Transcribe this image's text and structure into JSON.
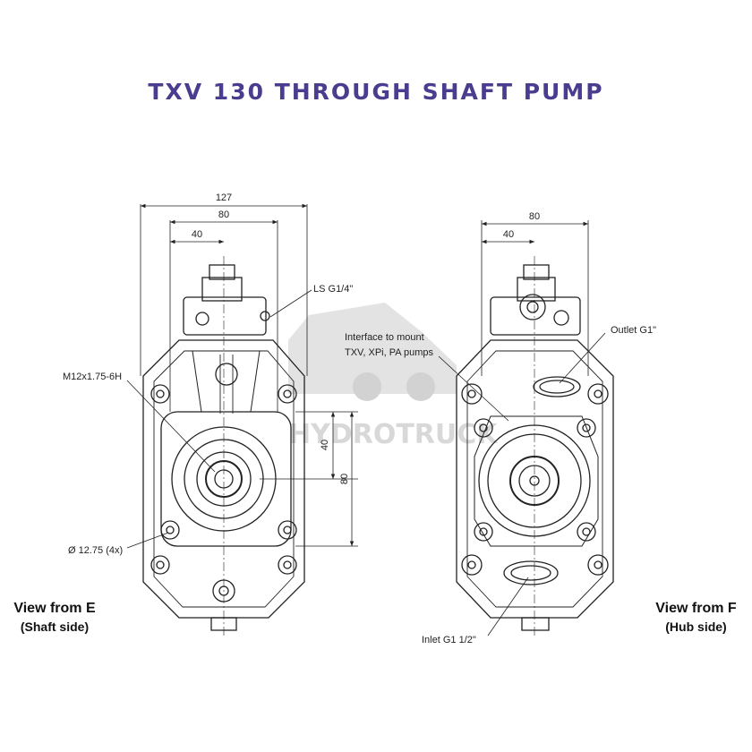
{
  "title": "TXV 130 THROUGH SHAFT PUMP",
  "colors": {
    "title": "#4a3d8f",
    "line": "#222222",
    "watermark": "#d9d9d9"
  },
  "watermark": {
    "text": "HYDROTRUCK"
  },
  "left_view": {
    "caption_line1": "View from E",
    "caption_line2": "(Shaft side)",
    "dims": {
      "overall": "127",
      "mid": "80",
      "half": "40",
      "v_half": "40",
      "v_full": "80"
    },
    "labels": {
      "ls_port": "LS G1/4\"",
      "thread": "M12x1.75-6H",
      "holes": "Ø 12.75 (4x)"
    }
  },
  "right_view": {
    "caption_line1": "View from F",
    "caption_line2": "(Hub side)",
    "dims": {
      "mid": "80",
      "half": "40"
    },
    "labels": {
      "interface_line1": "Interface to mount",
      "interface_line2": "TXV, XPi, PA pumps",
      "outlet": "Outlet G1\"",
      "inlet": "Inlet G1 1/2\""
    }
  }
}
